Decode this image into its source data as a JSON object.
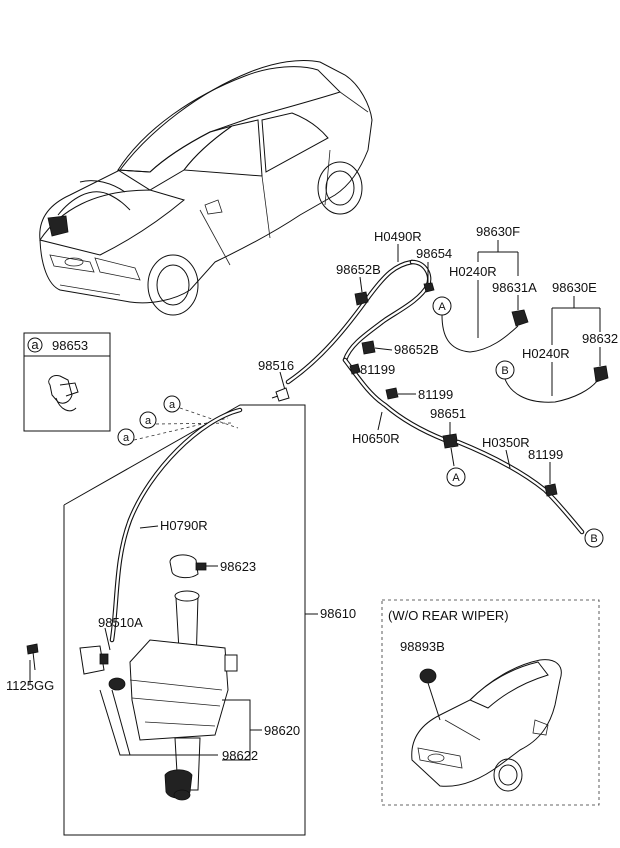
{
  "labels": {
    "H0490R": "H0490R",
    "p98654": "98654",
    "p98630F": "98630F",
    "p98652B_top": "98652B",
    "H0240R_top": "H0240R",
    "p98631A": "98631A",
    "p98630E": "98630E",
    "p98632": "98632",
    "H0240R_right": "H0240R",
    "p98653": "98653",
    "p98516": "98516",
    "p98652B_mid": "98652B",
    "p81199_a": "81199",
    "p81199_b": "81199",
    "p98651": "98651",
    "H0650R": "H0650R",
    "H0350R": "H0350R",
    "p81199_c": "81199",
    "H0790R": "H0790R",
    "p98623": "98623",
    "p98610": "98610",
    "p98510A": "98510A",
    "p1125GG": "1125GG",
    "p98620": "98620",
    "p98622": "98622",
    "wo_rear_wiper": "(W/O REAR WIPER)",
    "p98893B": "98893B"
  },
  "callouts": {
    "A": "A",
    "B": "B",
    "a": "a"
  }
}
